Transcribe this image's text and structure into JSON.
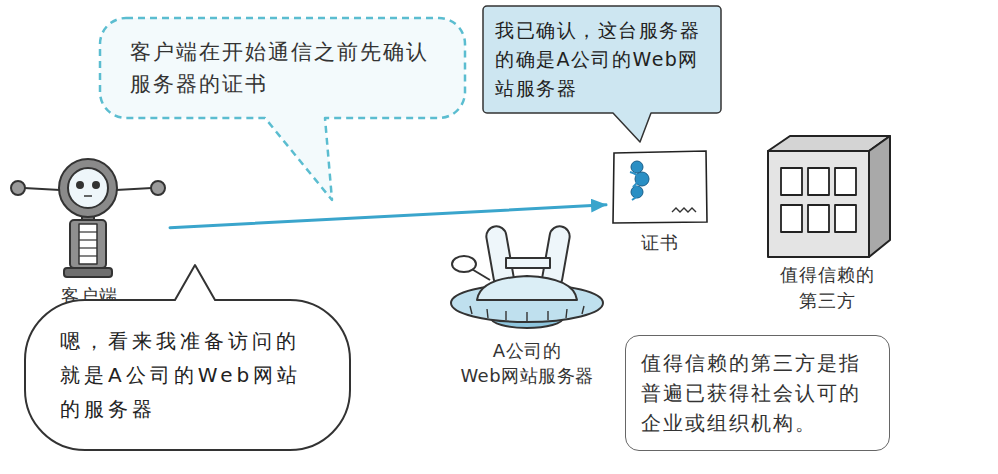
{
  "diagram": {
    "nodes": [
      {
        "text": [
          "客户端在开始通信之前先确认 服务器的证书"
        ]
      },
      {
        "text": [
          "我已确认，这台服务器 的确是A公司的Web网 站服务器"
        ]
      },
      {
        "text": [
          "客户端"
        ]
      },
      {
        "text": [
          "证书"
        ]
      },
      {
        "text": [
          "值得信赖的 第三方"
        ]
      },
      {
        "text": [
          "A公司的 Web网站服务器"
        ]
      },
      {
        "text": [
          "嗯，看来我准备访问的 就是A公司的Web网站 的服务器"
        ]
      },
      {
        "text": [
          "值得信赖的第三方是指 普遍已获得社会认可的 企业或组织机构。"
        ]
      }
    ],
    "edges": [
      {
        "from": 2,
        "to": 3,
        "arrow": "to"
      }
    ]
  }
}
